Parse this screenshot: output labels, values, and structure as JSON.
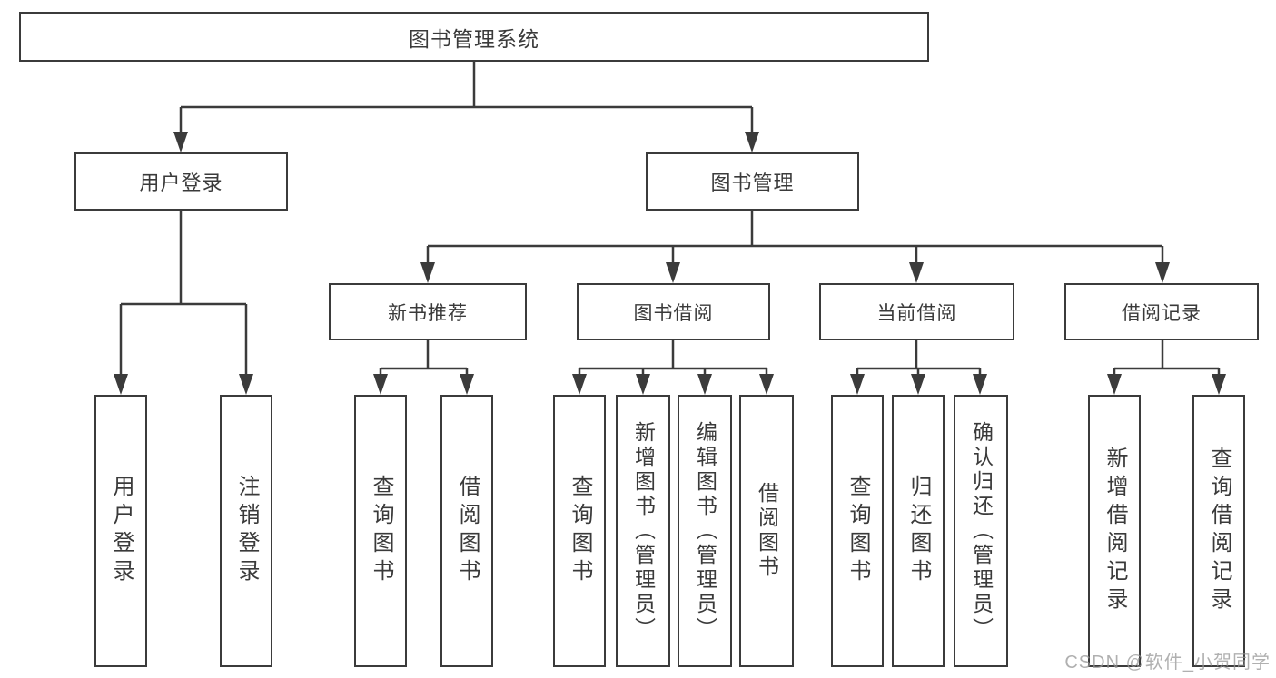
{
  "diagram": {
    "type": "hierarchy-tree",
    "orientation": "top-down",
    "tree": {
      "label": "图书管理系统",
      "children": [
        {
          "label": "用户登录",
          "children": [
            {
              "label": "用户登录"
            },
            {
              "label": "注销登录"
            }
          ]
        },
        {
          "label": "图书管理",
          "children": [
            {
              "label": "新书推荐",
              "children": [
                {
                  "label": "查询图书"
                },
                {
                  "label": "借阅图书"
                }
              ]
            },
            {
              "label": "图书借阅",
              "children": [
                {
                  "label": "查询图书"
                },
                {
                  "label": "新增图书（管理员）"
                },
                {
                  "label": "编辑图书（管理员）"
                },
                {
                  "label": "借阅图书"
                }
              ]
            },
            {
              "label": "当前借阅",
              "children": [
                {
                  "label": "查询图书"
                },
                {
                  "label": "归还图书"
                },
                {
                  "label": "确认归还（管理员）"
                }
              ]
            },
            {
              "label": "借阅记录",
              "children": [
                {
                  "label": "新增借阅记录"
                },
                {
                  "label": "查询借阅记录"
                }
              ]
            }
          ]
        }
      ]
    },
    "colors": {
      "line": "#3b3b3b",
      "box_border": "#3b3b3b",
      "box_fill": "#ffffff",
      "text": "#3a3a3a",
      "watermark": "#969696"
    }
  },
  "watermark": {
    "text": "CSDN @软件_小贺同学"
  }
}
